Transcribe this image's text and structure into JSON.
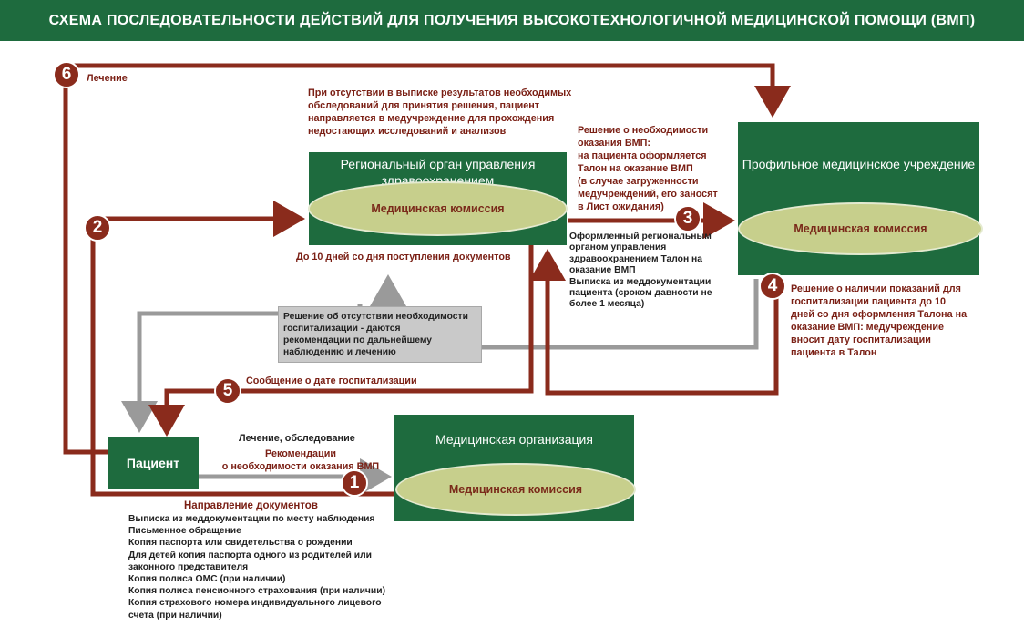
{
  "title": "СХЕМА ПОСЛЕДОВАТЕЛЬНОСТИ ДЕЙСТВИЙ ДЛЯ ПОЛУЧЕНИЯ ВЫСОКОТЕХНОЛОГИЧНОЙ МЕДИЦИНСКОЙ ПОМОЩИ (ВМП)",
  "colors": {
    "green": "#1e6b3e",
    "maroon": "#8a2b1c",
    "gray": "#9a9a9a",
    "ellipse": "#c7cf8c"
  },
  "boxes": {
    "regional": {
      "title": "Региональный орган управления здравоохранением",
      "commission": "Медицинская комиссия"
    },
    "profile": {
      "title": "Профильное медицинское учреждение",
      "commission": "Медицинская комиссия"
    },
    "organization": {
      "title": "Медицинская организация",
      "commission": "Медицинская комиссия"
    },
    "patient": {
      "title": "Пациент"
    }
  },
  "badges": [
    "1",
    "2",
    "3",
    "4",
    "5",
    "6"
  ],
  "labels": {
    "treatment": "Лечение",
    "missing_exams": [
      "При отсутствии в выписке результатов необходимых",
      "обследований для принятия решения, пациент",
      "направляется в медучреждение для прохождения",
      "недостающих исследований и анализов"
    ],
    "decision_need": [
      "Решение о необходимости",
      "оказания ВМП:",
      "на пациента оформляется",
      "Талон на оказание ВМП",
      "(в случае загруженности",
      "медучреждений, его заносят",
      " в Лист ожидания)"
    ],
    "ten_days": "До 10 дней со дня поступления документов",
    "issued_talon": [
      "Оформленный региональным",
      "органом управления",
      "здравоохранением Талон на",
      "оказание ВМП",
      "Выписка из меддокументации",
      "пациента (сроком давности не",
      "более 1 месяца)"
    ],
    "no_need": [
      "Решение об отсутствии необходимости",
      "госпитализации -  даются",
      "рекомендации по дальнейшему",
      "наблюдению и лечению"
    ],
    "indications": [
      "Решение о наличии показаний для",
      "госпитализации пациента до 10",
      "дней со дня оформления Талона на",
      "оказание ВМП: медучреждение",
      "вносит дату госпитализации",
      "пациента в Талон"
    ],
    "hosp_date": "Сообщение о дате госпитализации",
    "treatment_exam": "Лечение, обследование",
    "recommendations": [
      "Рекомендации",
      "о необходимости оказания ВМП"
    ],
    "docs_title": "Направление документов",
    "docs": [
      "Выписка из меддокументации по месту наблюдения",
      "Письменное обращение",
      "Копия паспорта или свидетельства о рождении",
      "Для детей копия паспорта одного из родителей или",
      "законного представителя",
      "Копия полиса ОМС (при наличии)",
      "Копия полиса пенсионного страхования (при наличии)",
      "Копия страхового номера индивидуального лицевого",
      "счета (при наличии)"
    ]
  }
}
